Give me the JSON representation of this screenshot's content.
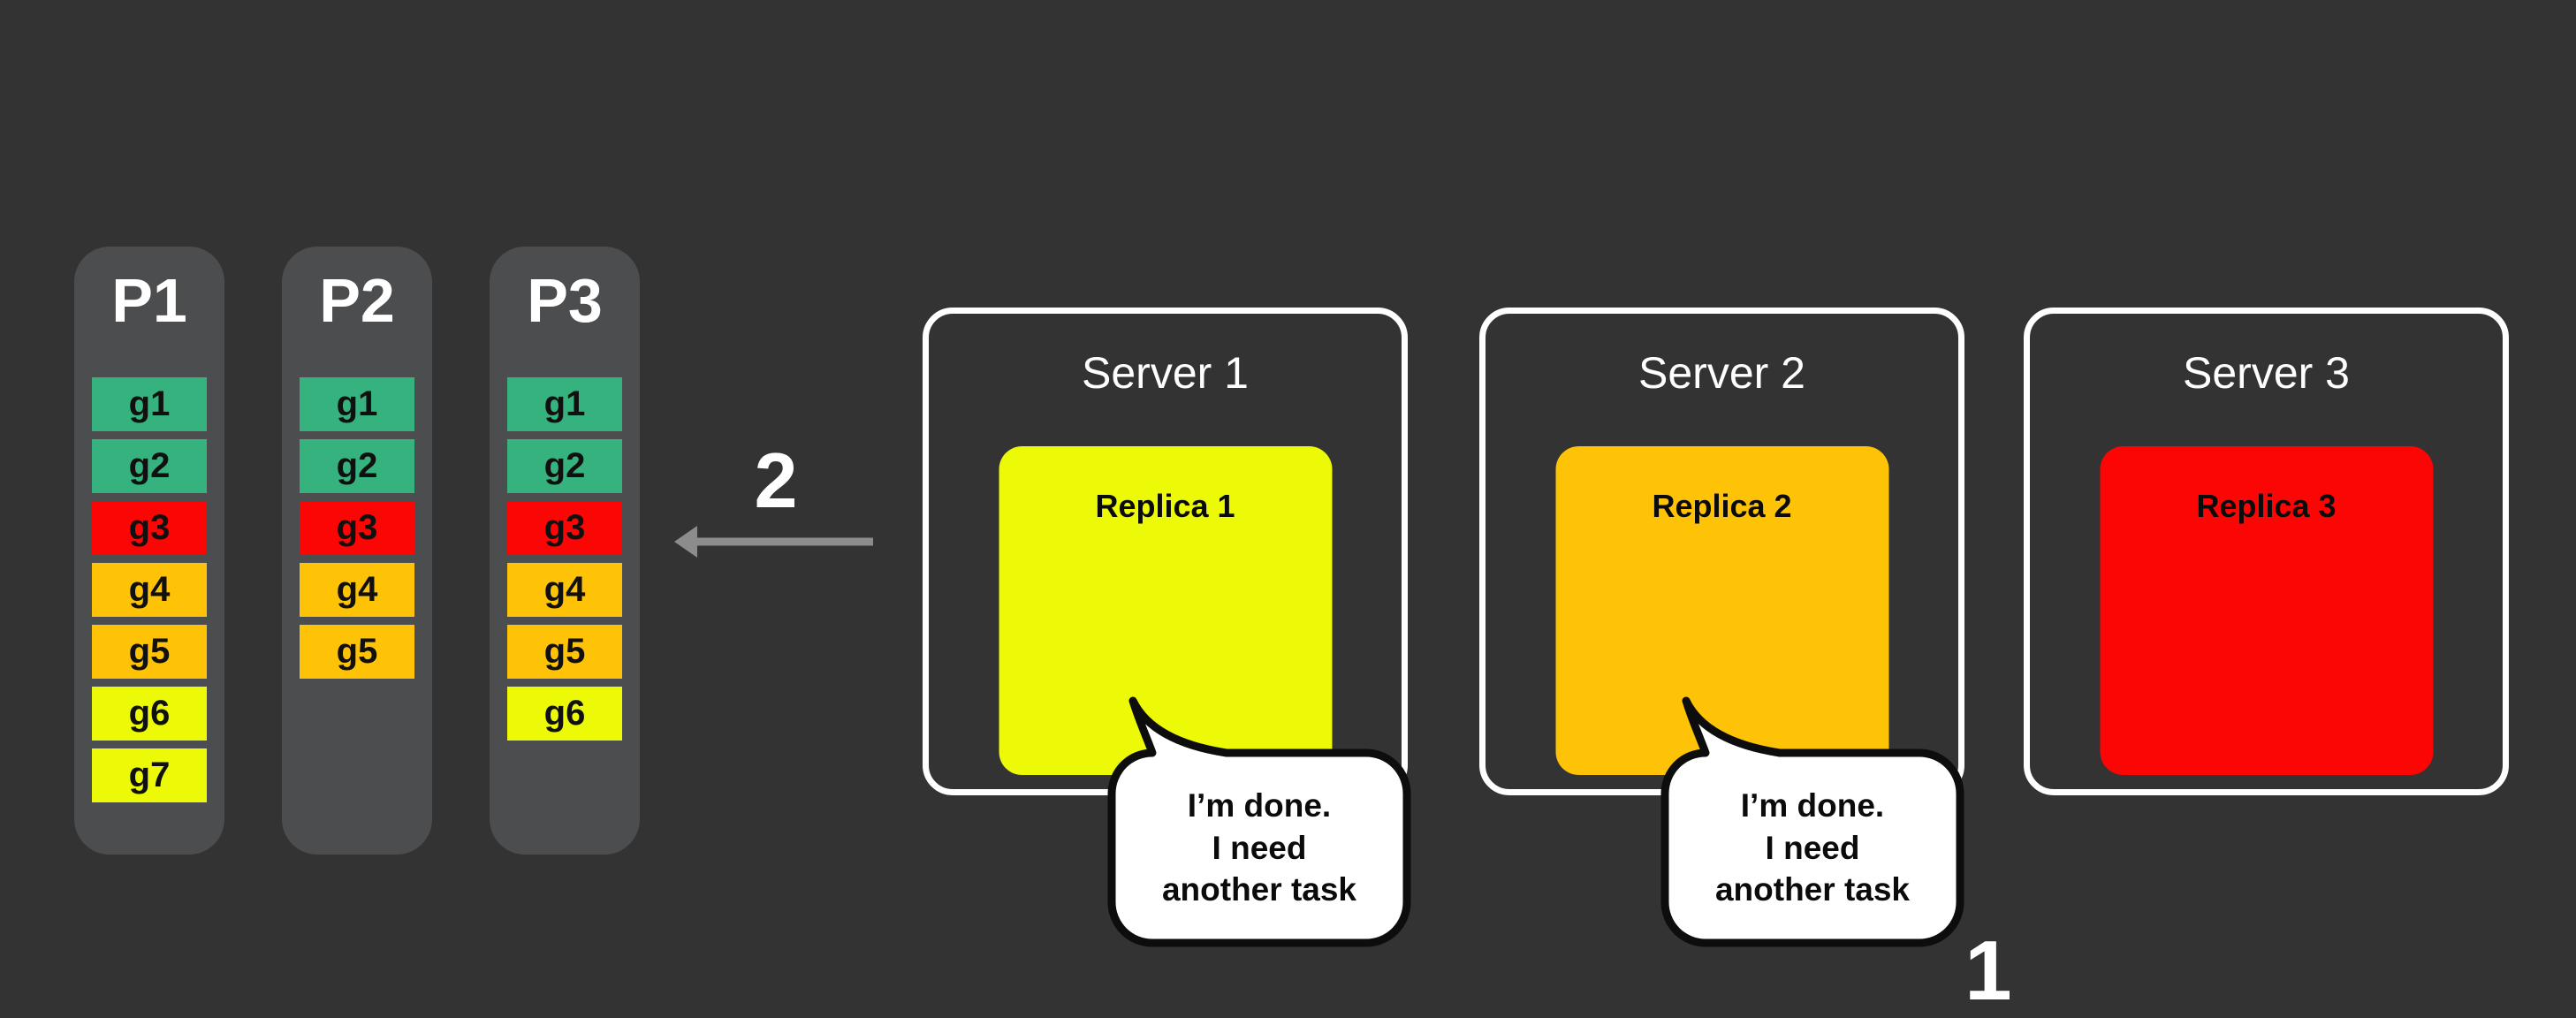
{
  "background_color": "#333333",
  "partition_panel_color": "#4C4D4F",
  "partitions": [
    {
      "title": "P1",
      "cells": [
        {
          "label": "g1",
          "color": "#36B27F"
        },
        {
          "label": "g2",
          "color": "#36B27F"
        },
        {
          "label": "g3",
          "color": "#FB0505"
        },
        {
          "label": "g4",
          "color": "#FEC307"
        },
        {
          "label": "g5",
          "color": "#FEC307"
        },
        {
          "label": "g6",
          "color": "#ECF907"
        },
        {
          "label": "g7",
          "color": "#ECF907"
        }
      ]
    },
    {
      "title": "P2",
      "cells": [
        {
          "label": "g1",
          "color": "#36B27F"
        },
        {
          "label": "g2",
          "color": "#36B27F"
        },
        {
          "label": "g3",
          "color": "#FB0505"
        },
        {
          "label": "g4",
          "color": "#FEC307"
        },
        {
          "label": "g5",
          "color": "#FEC307"
        }
      ]
    },
    {
      "title": "P3",
      "cells": [
        {
          "label": "g1",
          "color": "#36B27F"
        },
        {
          "label": "g2",
          "color": "#36B27F"
        },
        {
          "label": "g3",
          "color": "#FB0505"
        },
        {
          "label": "g4",
          "color": "#FEC307"
        },
        {
          "label": "g5",
          "color": "#FEC307"
        },
        {
          "label": "g6",
          "color": "#ECF907"
        }
      ]
    }
  ],
  "arrow": {
    "label": "2",
    "color": "#8C8C8C"
  },
  "servers": [
    {
      "title": "Server 1",
      "replica": {
        "label": "Replica 1",
        "color": "#ECF907"
      },
      "bubble": {
        "text": "I’m done.\nI need\nanother task"
      }
    },
    {
      "title": "Server 2",
      "replica": {
        "label": "Replica 2",
        "color": "#FEC307"
      },
      "bubble": {
        "text": "I’m done.\nI need\nanother task"
      }
    },
    {
      "title": "Server 3",
      "replica": {
        "label": "Replica 3",
        "color": "#FB0505"
      }
    }
  ],
  "step_label": "1"
}
